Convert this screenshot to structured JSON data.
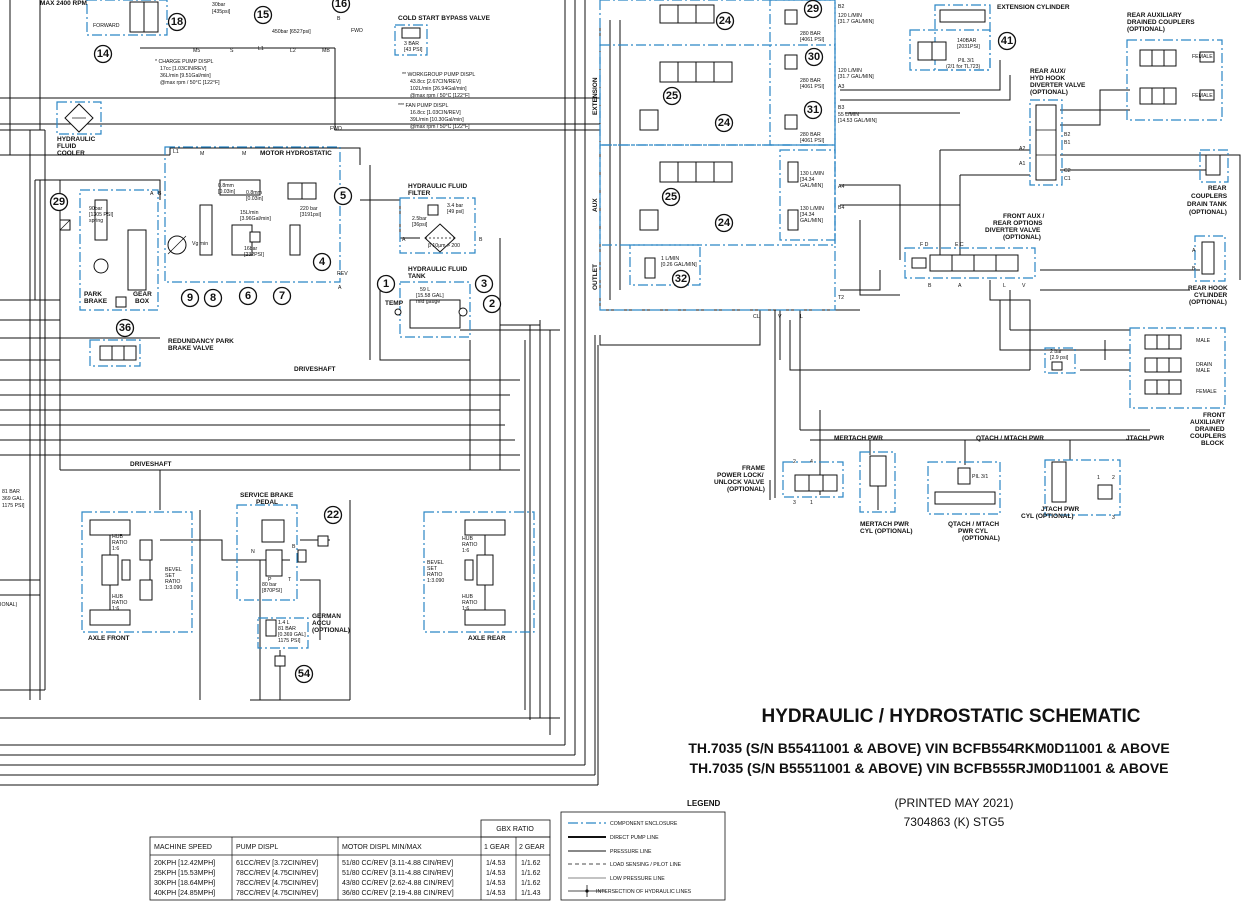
{
  "title": {
    "main": "HYDRAULIC / HYDROSTATIC SCHEMATIC",
    "line1": "TH.7035 (S/N B55411001 & ABOVE) VIN BCFB554RKM0D11001 & ABOVE",
    "line2": "TH.7035 (S/N B55511001 & ABOVE) VIN BCFB555RJM0D11001 & ABOVE",
    "printed": "(PRINTED MAY 2021)",
    "doc_number": "7304863 (K) STG5"
  },
  "legend": {
    "heading": "LEGEND",
    "items": [
      "COMPONENT ENCLOSURE",
      "DIRECT PUMP LINE",
      "PRESSURE LINE",
      "LOAD SENSING / PILOT LINE",
      "LOW PRESSURE LINE",
      "INTERSECTION OF HYDRAULIC LINES"
    ]
  },
  "speed_table": {
    "group_header": "GBX RATIO",
    "headers": [
      "MACHINE SPEED",
      "PUMP DISPL",
      "MOTOR DISPL MIN/MAX",
      "1 GEAR",
      "2 GEAR"
    ],
    "rows": [
      [
        "20KPH [12.42MPH]",
        "61CC/REV [3.72CIN/REV]",
        "51/80 CC/REV [3.11-4.88 CIN/REV]",
        "1/4.53",
        "1/1.62"
      ],
      [
        "25KPH [15.53MPH]",
        "78CC/REV [4.75CIN/REV]",
        "51/80 CC/REV [3.11-4.88 CIN/REV]",
        "1/4.53",
        "1/1.62"
      ],
      [
        "30KPH [18.64MPH]",
        "78CC/REV [4.75CIN/REV]",
        "43/80 CC/REV [2.62-4.88 CIN/REV]",
        "1/4.53",
        "1/1.62"
      ],
      [
        "40KPH [24.85MPH]",
        "78CC/REV [4.75CIN/REV]",
        "36/80 CC/REV [2.19-4.88 CIN/REV]",
        "1/4.53",
        "1/1.43"
      ]
    ]
  },
  "labels": {
    "max_rpm": "MAX 2400 RPM",
    "forward": "FORWARD",
    "p30bar": "30bar",
    "p435psi": "[435psi]",
    "p450bar": "450bar [6527psi]",
    "cold_start": "COLD START BYPASS VALVE",
    "bar3": "3 BAR",
    "psi43": "[43 PSI]",
    "fwd": "FWD",
    "port_b": "B",
    "m5": "M5",
    "s": "S",
    "l1": "L1",
    "l2": "L2",
    "mb": "MB",
    "charge_pump": [
      "* CHARGE PUMP DISPL",
      "17cc [1.03CIN/REV]",
      "36L/min [9.51Gal/min]",
      "@max rpm / 50°C [122°F]"
    ],
    "workgroup_pump": [
      "** WORKGROUP PUMP DISPL",
      "43.8cc [2.67CIN/REV]",
      "102L/min [26.94Gal/min]",
      "@max rpm / 50°C [122°F]"
    ],
    "fan_pump": [
      "*** FAN PUMP DISPL",
      "16.8cc [1.03CIN/REV]",
      "39L/min [10.30Gal/min]",
      "@max rpm / 50°C [122°F]"
    ],
    "cooler": [
      "HYDRAULIC",
      "FLUID",
      "COOLER"
    ],
    "motor_hydrostatic": "MOTOR HYDROSTATIC",
    "l1b": "L1",
    "m": "M",
    "m2": "M",
    "rev": "REV",
    "orifice_a": [
      "0.8mm",
      "[0.03in]"
    ],
    "orifice_b": [
      "0.8mm",
      "[0.03in]"
    ],
    "flow_15": [
      "15L/min",
      "[3.96Gal/min]"
    ],
    "p16bar": [
      "16bar",
      "[232PSI]"
    ],
    "p220bar": [
      "220 bar",
      "[3191psi]"
    ],
    "vg_min": "Vg min",
    "park_brake": [
      "PARK",
      "BRAKE"
    ],
    "gear_box": [
      "GEAR",
      "BOX"
    ],
    "p90bar": [
      "90bar",
      "[1305 PSI]",
      "spring"
    ],
    "filter": [
      "HYDRAULIC FLUID",
      "FILTER"
    ],
    "filter_p1": [
      "3.4 bar",
      "[49 psi]"
    ],
    "filter_p2": [
      "2.5bar",
      "[36psi]"
    ],
    "filter_beta": "β 10μm > 200",
    "tank": [
      "HYDRAULIC FLUID",
      "TANK"
    ],
    "tank_vol": [
      "59 L",
      "[15.58 GAL]",
      "mid gauge"
    ],
    "temp": "TEMP",
    "redundancy": [
      "REDUNDANCY PARK",
      "BRAKE VALVE"
    ],
    "driveshaft": "DRIVESHAFT",
    "driveshaft2": "DRIVESHAFT",
    "service_brake": [
      "SERVICE BRAKE",
      "PEDAL"
    ],
    "p80bar": [
      "80 bar",
      "[870PSI]"
    ],
    "german_accu": [
      "GERMAN",
      "ACCU",
      "(OPTIONAL)"
    ],
    "accu_spec": [
      "1.4 L",
      "81 BAR",
      "[0.369 GAL]",
      "1175 PSI]"
    ],
    "axle_front": "AXLE FRONT",
    "axle_rear": "AXLE REAR",
    "hub_ratio": [
      "HUB",
      "RATIO",
      "1:6"
    ],
    "bevel_front": [
      "BEVEL",
      "SET",
      "RATIO",
      "1:3.090"
    ],
    "bevel_rear": [
      "BEVEL",
      "SET",
      "RATIO",
      "1:3.090"
    ],
    "left_edge": [
      "81 BAR",
      "369 GAL.",
      "1175 PSI]",
      "IONAL)"
    ],
    "b2": "B2",
    "b3": "B3",
    "a3": "A3",
    "a4": "A4",
    "b4": "B4",
    "t2": "T2",
    "cl": "CL",
    "v1": "V",
    "l": "L",
    "flow120": [
      "120 L/MIN",
      "[31.7 GAL/MIN]"
    ],
    "flow120b": [
      "120 L/MIN",
      "[31.7 GAL/MIN]"
    ],
    "p280": [
      "280 BAR",
      "[4061 PSI]"
    ],
    "p280b": [
      "280 BAR",
      "[4061 PSI]"
    ],
    "p280c": [
      "280 BAR",
      "[4061 PSI]"
    ],
    "flow55": [
      "55 L/MIN",
      "[14.53 GAL/MIN]"
    ],
    "flow130": [
      "130 L/MIN",
      "[34.34",
      "GAL/MIN]"
    ],
    "flow130b": [
      "130 L/MIN",
      "[34.34",
      "GAL/MIN]"
    ],
    "flow1": [
      "1 L/MIN",
      "[0.26 GAL/MIN]"
    ],
    "extension": "EXTENSION",
    "aux": "AUX",
    "outlet": "OUTLET",
    "extension_cyl": "EXTENSION CYLINDER",
    "p140bar": [
      "140BAR",
      "[2031PSI]"
    ],
    "pil31": [
      "PIL 3/1",
      "(2/1 for TL723)"
    ],
    "rear_aux_drained": [
      "REAR AUXILIARY",
      "DRAINED COUPLERS",
      "(OPTIONAL)"
    ],
    "female": "FEMALE",
    "female2": "FEMALE",
    "rear_aux_diverter": [
      "REAR AUX/",
      "HYD HOOK",
      "DIVERTER VALVE",
      "(OPTIONAL)"
    ],
    "port_a2": "A2",
    "port_a1": "A1",
    "port_b2": "B2",
    "port_b1": "B1",
    "port_c2": "C2",
    "port_c1": "C1",
    "rear_drain_tank": [
      "REAR",
      "COUPLERS",
      "DRAIN TANK",
      "(OPTIONAL)"
    ],
    "front_aux_diverter": [
      "FRONT AUX /",
      "REAR OPTIONS",
      "DIVERTER VALVE",
      "(OPTIONAL)"
    ],
    "fd": "F  D",
    "ec": "E  C",
    "port_a": "A",
    "port_l": "L",
    "port_v": "V",
    "rear_hook": [
      "REAR HOOK",
      "CYLINDER",
      "(OPTIONAL)"
    ],
    "p2bar": [
      "2 bar",
      "[2.9 psi]"
    ],
    "male": "MALE",
    "drain_male": [
      "DRAIN",
      "MALE"
    ],
    "female3": "FEMALE",
    "front_aux_block": [
      "FRONT",
      "AUXILIARY",
      "DRAINED",
      "COUPLERS",
      "BLOCK"
    ],
    "mertach_pwr": "MERTACH PWR",
    "qtach_pwr": "QTACH / MTACH PWR",
    "jtach_pwr": "JTACH PWR",
    "frame_lock": [
      "FRAME",
      "POWER LOCK/",
      "UNLOCK VALVE",
      "(OPTIONAL)"
    ],
    "mertach_cyl": [
      "MERTACH PWR",
      "CYL (OPTIONAL)"
    ],
    "qtach_cyl": [
      "QTACH / MTACH",
      "PWR CYL",
      "(OPTIONAL)"
    ],
    "jtach_cyl": [
      "JTACH PWR",
      "CYL (OPTIONAL)"
    ],
    "pil31b": "PIL 3/1",
    "port_t": "T",
    "port_a_small": "A",
    "port_b_small": "B",
    "port_n": "N",
    "port_b_brake": "B",
    "port_p": "P",
    "port_t_brake": "T",
    "sw_nums": [
      "2",
      "4",
      "3",
      "1"
    ],
    "jt_nums": [
      "1",
      "2",
      "3"
    ]
  },
  "callouts": [
    "1",
    "2",
    "3",
    "4",
    "5",
    "6",
    "7",
    "8",
    "9",
    "14",
    "15",
    "16",
    "18",
    "22",
    "24",
    "24",
    "24",
    "25",
    "25",
    "29",
    "29",
    "30",
    "31",
    "32",
    "36",
    "41",
    "54"
  ]
}
